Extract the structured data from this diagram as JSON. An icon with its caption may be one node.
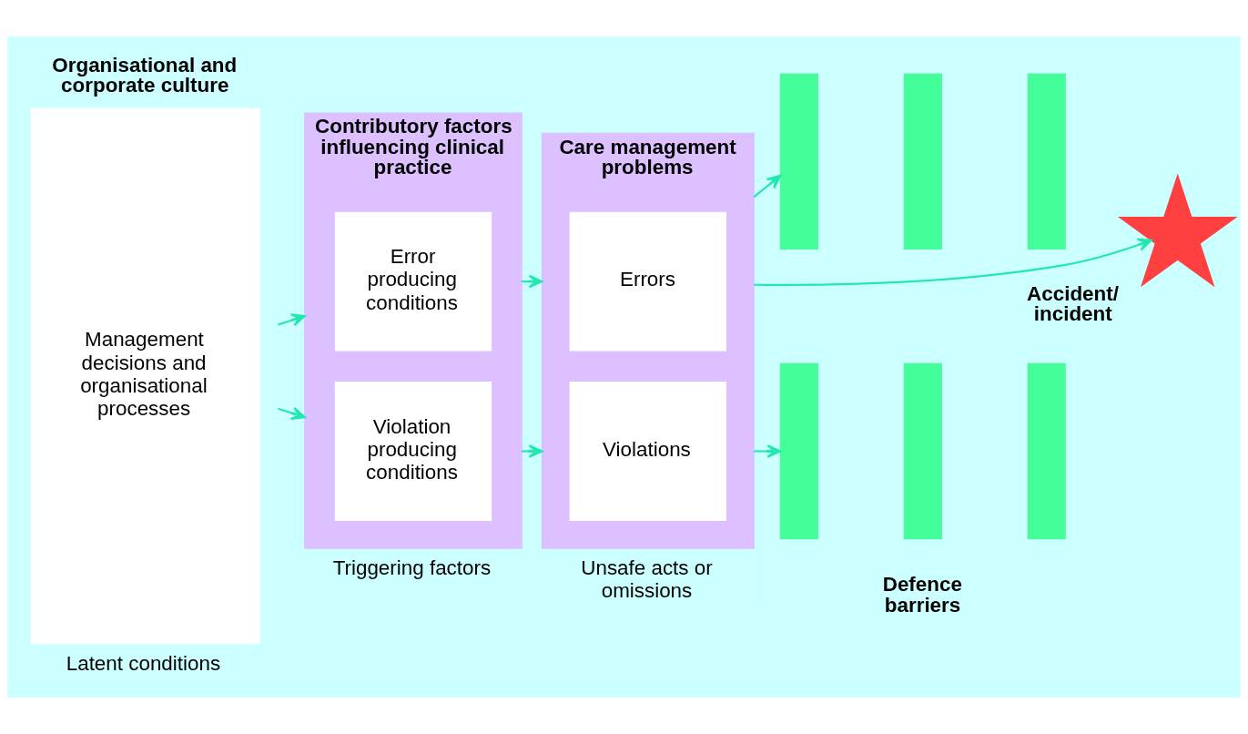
{
  "diagram": {
    "nodes": [
      {
        "text": [
          "Organisational and corporate culture",
          "Management decisions and organisational processes"
        ],
        "beside": [
          "Latent conditions"
        ]
      },
      {
        "text": [
          "Contributory factors influencing clinical practice"
        ],
        "beside": [
          "Triggering factors"
        ]
      },
      {
        "text": [
          "Error producing conditions"
        ],
        "in": 1
      },
      {
        "text": [
          "Violation producing conditions"
        ],
        "in": 1
      },
      {
        "text": [
          "Care management problems"
        ],
        "beside": [
          "Unsafe acts or omissions"
        ]
      },
      {
        "text": [
          "Errors"
        ],
        "in": 4
      },
      {
        "text": [
          "Violations"
        ],
        "in": 4
      },
      {
        "text": [],
        "shape": "bar"
      },
      {
        "text": [],
        "shape": "bar"
      },
      {
        "text": [],
        "shape": "bar"
      },
      {
        "text": [],
        "shape": "bar"
      },
      {
        "text": [],
        "shape": "bar"
      },
      {
        "text": [],
        "shape": "bar"
      },
      {
        "text": [
          "Accident/ incident"
        ]
      }
    ],
    "edges": [
      {
        "from": 0,
        "to": 1,
        "arrow": "to"
      },
      {
        "from": 0,
        "to": 1,
        "arrow": "to"
      },
      {
        "from": 1,
        "to": 4,
        "arrow": "to"
      },
      {
        "from": 1,
        "to": 4,
        "arrow": "to"
      },
      {
        "from": 4,
        "to": 7,
        "arrow": "to"
      },
      {
        "from": 4,
        "to": 13,
        "arrow": "to"
      },
      {
        "from": 4,
        "to": 10,
        "arrow": "to"
      }
    ],
    "labels": [
      "Defence barriers"
    ]
  }
}
